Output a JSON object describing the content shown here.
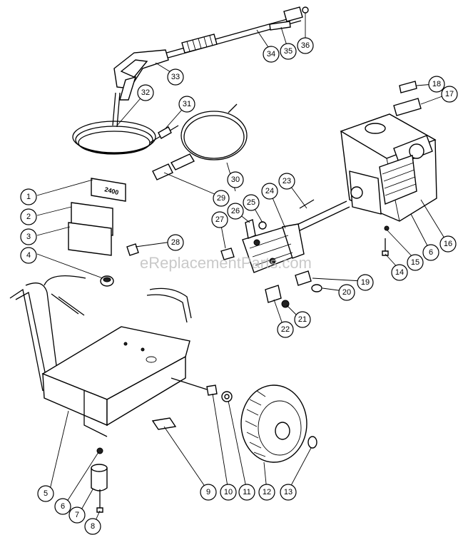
{
  "watermark": "eReplacementParts.com",
  "decal_text": "2400",
  "callouts": [
    "1",
    "2",
    "3",
    "4",
    "5",
    "6",
    "7",
    "8",
    "9",
    "10",
    "11",
    "12",
    "13",
    "14",
    "15",
    "6",
    "16",
    "17",
    "18",
    "19",
    "20",
    "21",
    "22",
    "23",
    "24",
    "25",
    "26",
    "27",
    "28",
    "29",
    "30",
    "31",
    "32",
    "33",
    "34",
    "35",
    "36"
  ]
}
